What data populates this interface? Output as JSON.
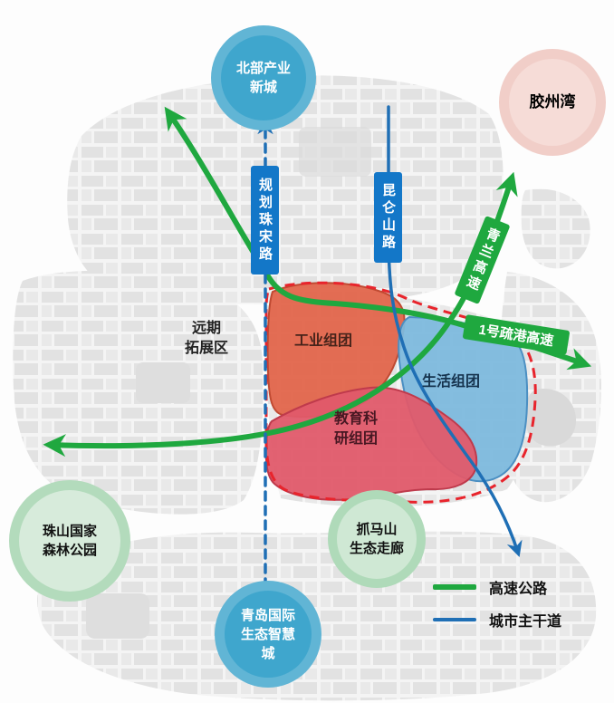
{
  "nodes": {
    "north_city": {
      "label": "北部产业\n新城"
    },
    "jiaozhou_bay": {
      "label": "胶州湾"
    },
    "zhushan_park": {
      "label": "珠山国家\n森林公园"
    },
    "zhuamashan": {
      "label": "抓马山\n生态走廊"
    },
    "smart_city": {
      "label": "青岛国际\n生态智慧\n城"
    }
  },
  "zones": {
    "industrial": {
      "label": "工业组团"
    },
    "living": {
      "label": "生活组团"
    },
    "education": {
      "label": "教育科\n研组团"
    },
    "expansion": {
      "label": "远期\n拓展区"
    }
  },
  "roads": {
    "zhusong": {
      "label": "规划珠宋路"
    },
    "kunlunshan": {
      "label": "昆仑山路"
    },
    "qinglan": {
      "label": "青兰高速"
    },
    "shugang": {
      "label": "1号疏港高速"
    }
  },
  "legend": {
    "expressway": {
      "label": "高速公路"
    },
    "arterial": {
      "label": "城市主干道"
    }
  },
  "colors": {
    "expressway_green": "#1fa83f",
    "arterial_blue": "#1f6fb5",
    "boundary_red": "#e8242c",
    "industrial_fill": "#e2654b",
    "living_fill": "#7db9dd",
    "education_fill": "#e05a6a"
  }
}
